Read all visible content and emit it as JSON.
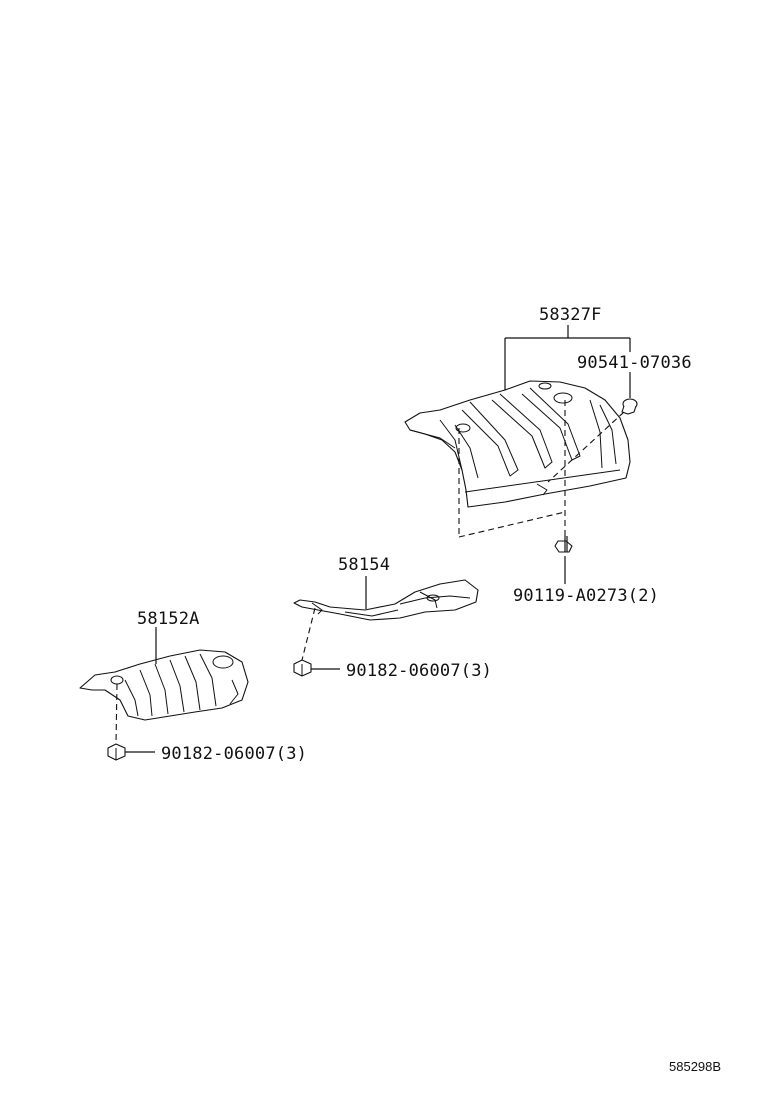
{
  "labels": {
    "p58327f": "58327F",
    "p90541": "90541-07036",
    "p58154": "58154",
    "p90119": "90119-A0273(2)",
    "p58152a": "58152A",
    "p90182a": "90182-06007(3)",
    "p90182b": "90182-06007(3)"
  },
  "reference_code": "585298B",
  "icons": [
    "large-heat-insulator",
    "middle-heat-insulator",
    "front-heat-insulator",
    "bolt-icon",
    "clip-icon",
    "nut-icon"
  ]
}
